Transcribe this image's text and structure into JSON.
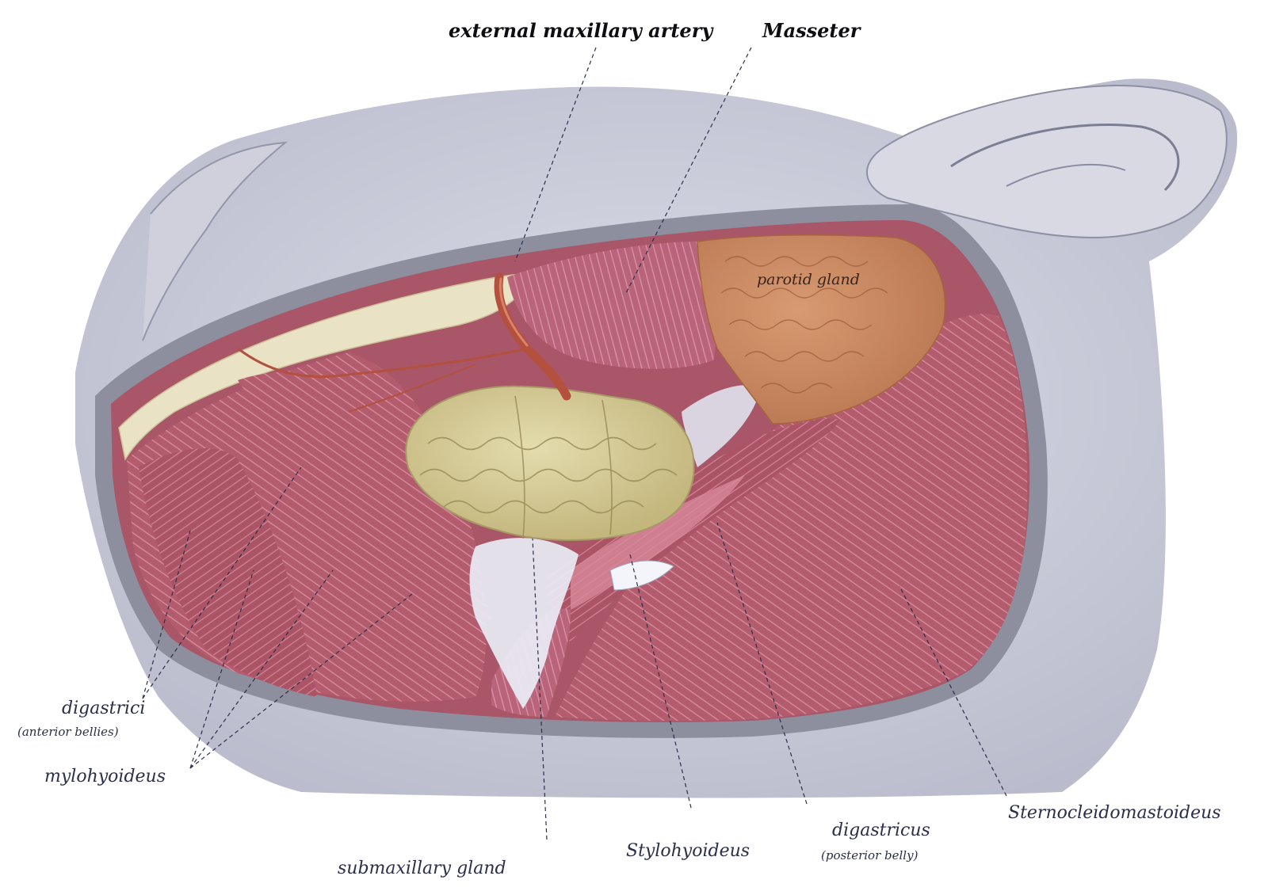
{
  "labels": {
    "external_maxillary_artery": "external maxillary artery",
    "masseter": "Masseter",
    "parotid_gland": "parotid gland",
    "digastrici": "digastrici",
    "digastrici_sub": "(anterior bellies)",
    "mylohyoideus": "mylohyoideus",
    "submaxillary_gland": "submaxillary gland",
    "stylohyoideus": "Stylohyoideus",
    "digastricus": "digastricus",
    "digastricus_sub": "(posterior belly)",
    "sternocleidomastoideus": "Sternocleidomastoideus"
  },
  "colors": {
    "skin": "#c9cad8",
    "muscle": "#b35c6d",
    "muscle_light": "#d7889a",
    "submaxillary_gland": "#d6cc97",
    "parotid_gland": "#c98a62",
    "fascia": "#e9ecf5",
    "artery": "#b3503e",
    "mandible": "#e9e2c4"
  }
}
